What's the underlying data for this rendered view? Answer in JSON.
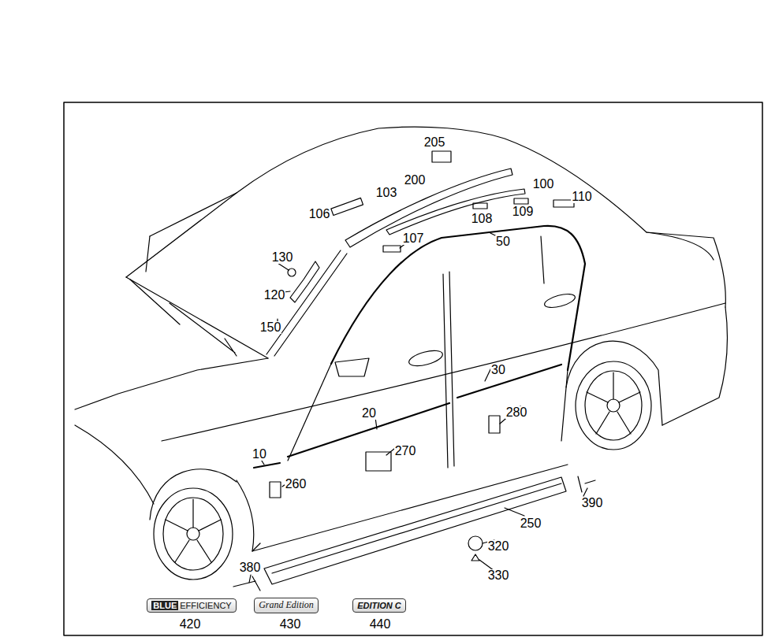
{
  "diagram": {
    "nodes": [
      {
        "text": [
          "BLUE",
          "EFFICIENCY"
        ]
      },
      {
        "text": [
          "Grand Edition"
        ]
      },
      {
        "text": [
          "EDITION C"
        ]
      }
    ],
    "labels": [
      "205",
      "200",
      "103",
      "106",
      "100",
      "110",
      "108",
      "109",
      "107",
      "50",
      "130",
      "120",
      "150",
      "30",
      "20",
      "280",
      "270",
      "10",
      "260",
      "250",
      "390",
      "320",
      "380",
      "330",
      "420",
      "430",
      "440"
    ]
  }
}
